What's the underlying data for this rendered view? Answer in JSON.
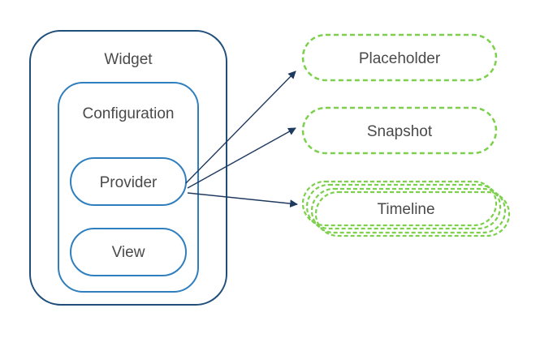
{
  "diagram": {
    "widget": {
      "label": "Widget"
    },
    "configuration": {
      "label": "Configuration"
    },
    "provider": {
      "label": "Provider"
    },
    "view": {
      "label": "View"
    },
    "outputs": {
      "placeholder": {
        "label": "Placeholder"
      },
      "snapshot": {
        "label": "Snapshot"
      },
      "timeline": {
        "label": "Timeline"
      }
    }
  },
  "colors": {
    "widget_border": "#1e4e79",
    "inner_border": "#2f7fbf",
    "output_border": "#7cd04c",
    "arrow": "#1f3a5f",
    "text": "#4a4a4a"
  }
}
